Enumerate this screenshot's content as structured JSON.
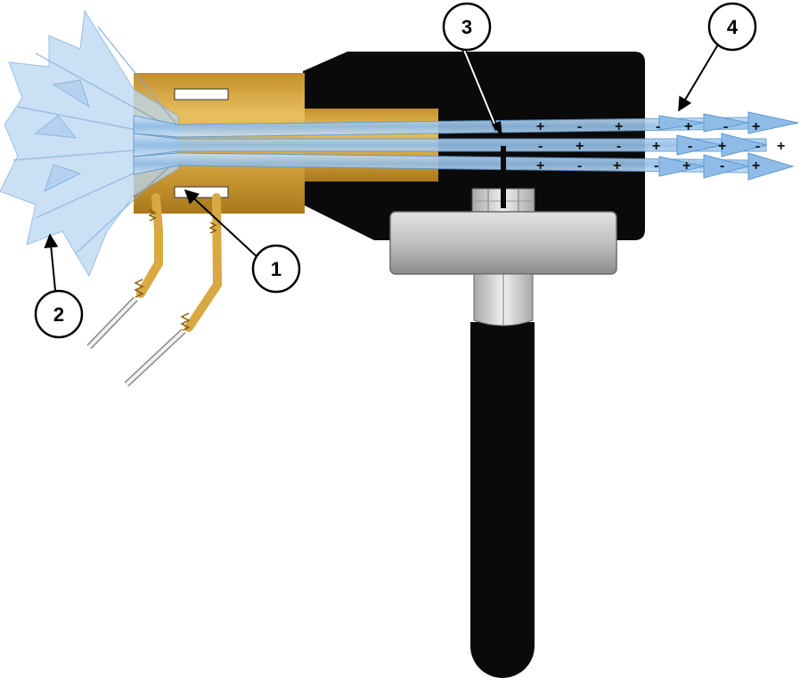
{
  "callouts": [
    {
      "id": "c1",
      "label": "1"
    },
    {
      "id": "c2",
      "label": "2"
    },
    {
      "id": "c3",
      "label": "3"
    },
    {
      "id": "c4",
      "label": "4"
    }
  ],
  "charges": {
    "row1": [
      "+",
      "-",
      "+",
      "-",
      "+",
      "-",
      "+"
    ],
    "row2": [
      "-",
      "+",
      "-",
      "+",
      "-",
      "+",
      "-",
      "+"
    ],
    "row3": [
      "+",
      "-",
      "+",
      "-",
      "+",
      "-",
      "+"
    ]
  },
  "colors": {
    "brass": "#d8a843",
    "brass_dark": "#b07f1f",
    "body_black": "#0a0a0a",
    "steel": "#c8c8c8",
    "beam_blue": "#9fc6ea",
    "beam_blue_dark": "#5d9ad2",
    "spray_blue": "#b9d6f2"
  },
  "icons": {
    "spray": "spray-cone-icon",
    "wire": "wire-lead-icon"
  }
}
